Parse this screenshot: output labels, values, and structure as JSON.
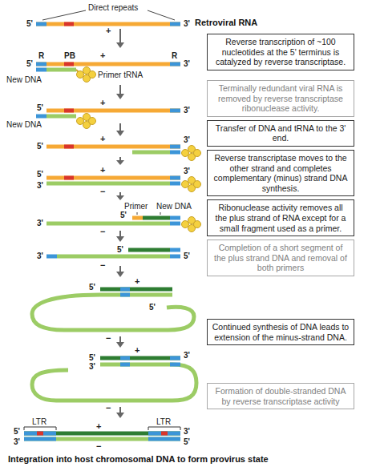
{
  "diagram": {
    "nodes": [
      {
        "text": [
          "Reverse transcription of ~100 nucleotides at the 5' terminus is catalyzed by reverse transcriptase."
        ]
      },
      {
        "text": [
          "Terminally redundant viral RNA is removed by reverse transcriptase ribonuclease activity."
        ]
      },
      {
        "text": [
          "Transfer of DNA and tRNA to the 3' end."
        ]
      },
      {
        "text": [
          "Reverse transcriptase moves to the other strand and completes complementary (minus) strand DNA synthesis."
        ]
      },
      {
        "text": [
          "Ribonuclease activity removes all the plus strand of RNA except for a small fragment used as a primer."
        ]
      },
      {
        "text": [
          "Completion of a short segment of the plus strand DNA and removal of both primers"
        ]
      },
      {
        "text": [
          "Continued synthesis of DNA leads to extension of the minus-strand DNA."
        ]
      },
      {
        "text": [
          "Formation of double-stranded DNA by reverse transcriptase activity"
        ]
      }
    ],
    "labels": [
      "Direct repeats",
      "5'",
      "+",
      "3'",
      "Retroviral RNA",
      "R",
      "PB",
      "R",
      "5'",
      "+",
      "3'",
      "Primer tRNA",
      "New DNA",
      "5'",
      "+",
      "3'",
      "New DNA",
      "5'",
      "+",
      "3'",
      "5'",
      "3'",
      "+",
      "−",
      "3'",
      "Primer",
      "New DNA",
      "5'",
      "3'",
      "−",
      "5'",
      "3'",
      "5'",
      "−",
      "5'",
      "+",
      "5'",
      "−",
      "5'",
      "+",
      "3'",
      "3'",
      "−",
      "LTR",
      "LTR",
      "5'",
      "3'",
      "+",
      "−",
      "3'",
      "5'",
      "Integration into host chromosomal DNA to form provirus state"
    ]
  }
}
